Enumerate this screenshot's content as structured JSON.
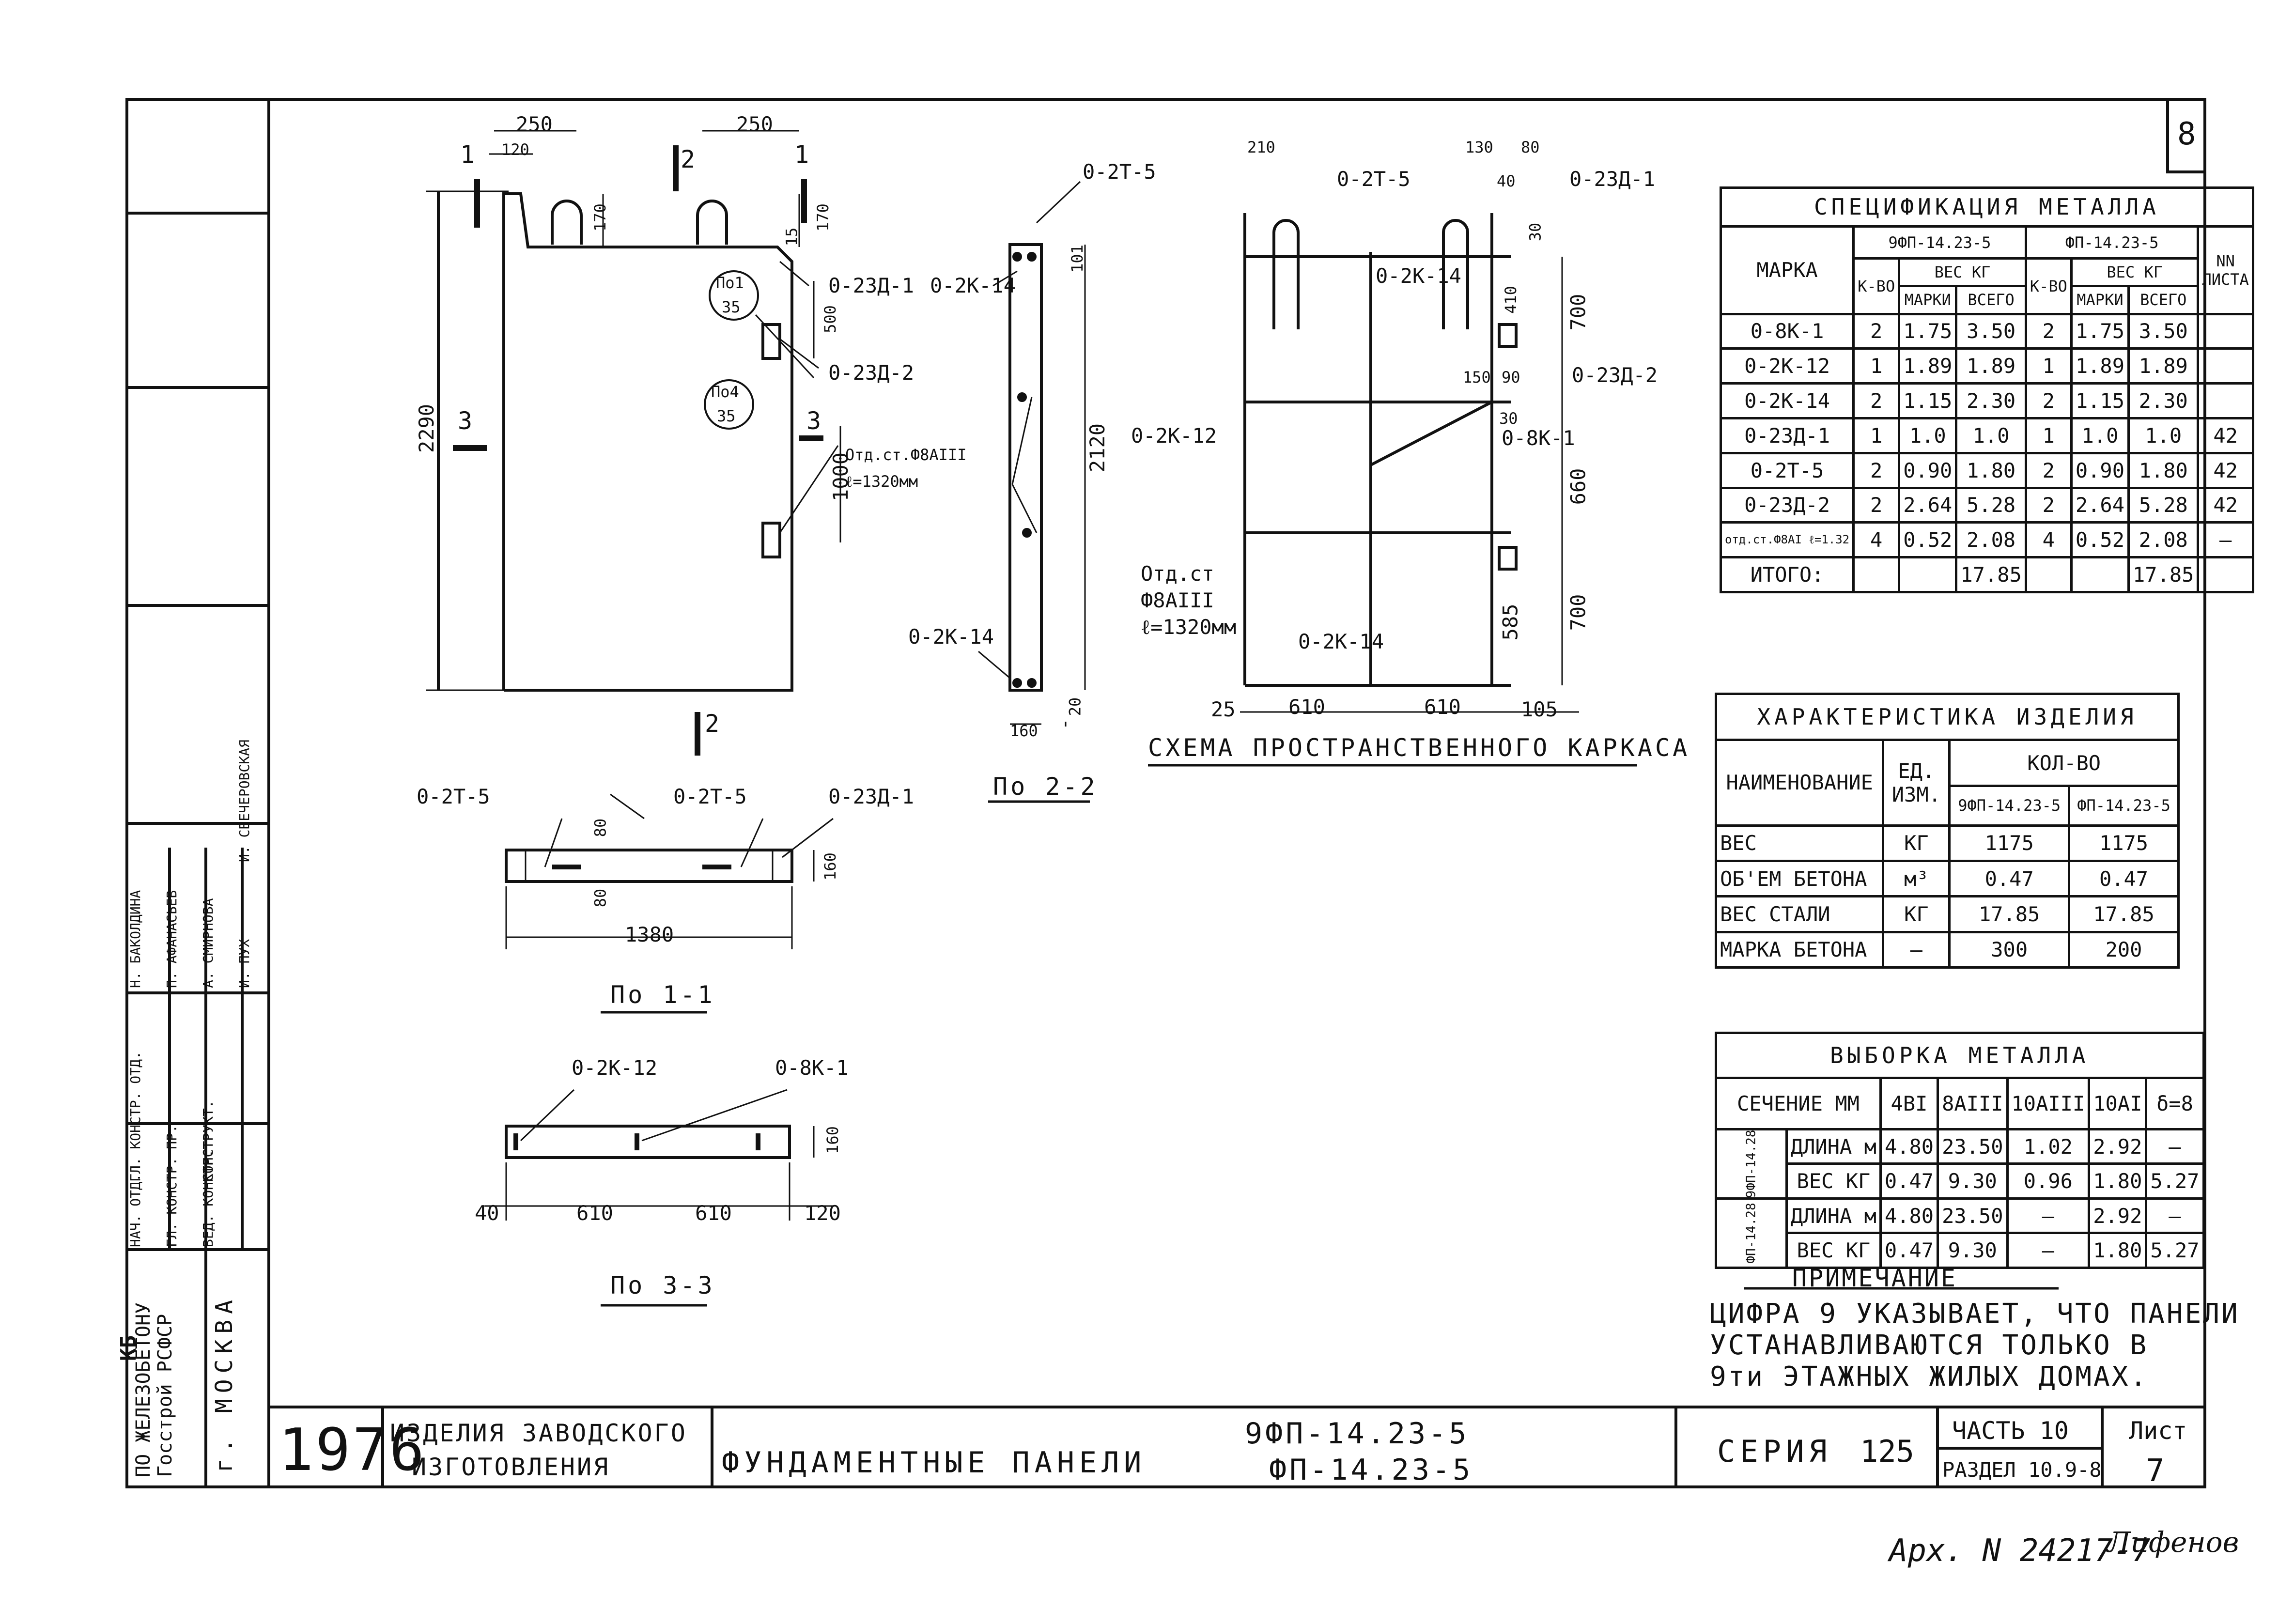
{
  "sheet": {
    "number": "8",
    "archive_no": "Арх. N 24217-7",
    "archive_sign": "Лифенов"
  },
  "title_block": {
    "year": "1976",
    "org_line1": "ПО ЖЕЛЕЗОБЕТОНУ",
    "org_line2": "Госстрой РСФСР",
    "city": "г. МОСКВА",
    "kb": "КБ",
    "category_line1": "ИЗДЕЛИЯ ЗАВОДСКОГО",
    "category_line2": "ИЗГОТОВЛЕНИЯ",
    "title": "ФУНДАМЕНТНЫЕ ПАНЕЛИ",
    "mark1": "9ФП-14.23-5",
    "mark2": "ФП-14.23-5",
    "series_label": "СЕРИЯ",
    "series_value": "125",
    "part_label": "ЧАСТЬ 10",
    "section_label": "РАЗДЕЛ 10.9-8",
    "sheet_label": "Лист",
    "sheet_value": "7",
    "roles": [
      "НАЧ. ОТД.",
      "ГЛ. КОНСТР. ОТД.",
      "ГЛ. КОНСТР. ПР.",
      "ВЕД. КОНСТР.",
      "КОНСТРУКТ."
    ],
    "names": [
      "Н. БАКОЛДИНА",
      "П. АФАНАСЬЕВ",
      "А. СМИРНОВА",
      "И. ПУХ",
      "И. СВЕЧЕРОВСКАЯ"
    ]
  },
  "spec_table": {
    "title": "СПЕЦИФИКАЦИЯ МЕТАЛЛА",
    "col_marka": "МАРКА",
    "group1": "9ФП-14.23-5",
    "group2": "ФП-14.23-5",
    "col_kvo": "К-ВО",
    "col_ves": "ВЕС КГ",
    "col_marki": "МАРКИ",
    "col_vsego": "ВСЕГО",
    "col_nn": "NN ЛИСТА",
    "rows": [
      [
        "0-8К-1",
        "2",
        "1.75",
        "3.50",
        "2",
        "1.75",
        "3.50",
        ""
      ],
      [
        "0-2К-12",
        "1",
        "1.89",
        "1.89",
        "1",
        "1.89",
        "1.89",
        ""
      ],
      [
        "0-2К-14",
        "2",
        "1.15",
        "2.30",
        "2",
        "1.15",
        "2.30",
        ""
      ],
      [
        "0-23Д-1",
        "1",
        "1.0",
        "1.0",
        "1",
        "1.0",
        "1.0",
        "42"
      ],
      [
        "0-2Т-5",
        "2",
        "0.90",
        "1.80",
        "2",
        "0.90",
        "1.80",
        "42"
      ],
      [
        "0-23Д-2",
        "2",
        "2.64",
        "5.28",
        "2",
        "2.64",
        "5.28",
        "42"
      ],
      [
        "отд.ст.Ф8АI ℓ=1.32",
        "4",
        "0.52",
        "2.08",
        "4",
        "0.52",
        "2.08",
        "—"
      ],
      [
        "ИТОГО:",
        "",
        "",
        "17.85",
        "",
        "",
        "17.85",
        ""
      ]
    ]
  },
  "char_table": {
    "title": "ХАРАКТЕРИСТИКА ИЗДЕЛИЯ",
    "col_name": "НАИМЕНОВАНИЕ",
    "col_unit": "ЕД. ИЗМ.",
    "col_qty": "КОЛ-ВО",
    "sub1": "9ФП-14.23-5",
    "sub2": "ФП-14.23-5",
    "rows": [
      [
        "ВЕС",
        "КГ",
        "1175",
        "1175"
      ],
      [
        "ОБ'ЕМ БЕТОНА",
        "м³",
        "0.47",
        "0.47"
      ],
      [
        "ВЕС СТАЛИ",
        "КГ",
        "17.85",
        "17.85"
      ],
      [
        "МАРКА БЕТОНА",
        "—",
        "300",
        "200"
      ]
    ]
  },
  "select_table": {
    "title": "ВЫБОРКА МЕТАЛЛА",
    "col_sec": "СЕЧЕНИЕ ММ",
    "cols": [
      "4ВI",
      "8АIII",
      "10АIII",
      "10АI",
      "δ=8"
    ],
    "group1": "9ФП-14.28",
    "group2": "ФП-14.28",
    "rows": [
      [
        "ДЛИНА м",
        "4.80",
        "23.50",
        "1.02",
        "2.92",
        "—"
      ],
      [
        "ВЕС КГ",
        "0.47",
        "9.30",
        "0.96",
        "1.80",
        "5.27"
      ],
      [
        "ДЛИНА м",
        "4.80",
        "23.50",
        "—",
        "2.92",
        "—"
      ],
      [
        "ВЕС КГ",
        "0.47",
        "9.30",
        "—",
        "1.80",
        "5.27"
      ]
    ]
  },
  "note": {
    "title": "ПРИМЕЧАНИЕ",
    "line1": "ЦИФРА 9 УКАЗЫВАЕТ, ЧТО ПАНЕЛИ",
    "line2": "УСТАНАВЛИВАЮТСЯ ТОЛЬКО В",
    "line3": "9ти ЭТАЖНЫХ ЖИЛЫХ ДОМАХ."
  },
  "views": {
    "section_1_1": "По 1-1",
    "section_2_2": "По 2-2",
    "section_3_3": "По 3-3",
    "cage_scheme": "СХЕМА ПРОСТРАНСТВЕННОГО КАРКАСА"
  },
  "elev_labels": {
    "d250a": "250",
    "d250b": "250",
    "d120": "120",
    "d170a": "170",
    "d15": "15",
    "d170b": "170",
    "d2290": "2290",
    "d500": "500",
    "d1000": "1000",
    "cut1": "1",
    "cut2top": "2",
    "cut2bot": "2",
    "cut3l": "3",
    "cut3r": "3",
    "cut1r": "1",
    "pos1": "По1",
    "pos1n": "35",
    "pos4": "По4",
    "pos4n": "35",
    "m23d1": "0-23Д-1",
    "m23d2": "0-23Д-2",
    "rod1": "Отд.ст.Ф8АIII",
    "rod2": "ℓ=1320мм"
  },
  "s22_labels": {
    "m2t5": "0-2Т-5",
    "m2k14a": "0-2К-14",
    "m2k14b": "0-2К-14",
    "d101": "101",
    "d2120": "2120",
    "d20": "20",
    "d160": "160"
  },
  "cage_labels": {
    "d210": "210",
    "d130": "130",
    "d80": "80",
    "d40": "40",
    "d30top": "30",
    "m2t5": "0-2Т-5",
    "m23d1": "0-23Д-1",
    "m2k14": "0-2К-14",
    "m23d2": "0-23Д-2",
    "m2k12": "0-2К-12",
    "m8k1": "0-8К-1",
    "m2k14b": "0-2К-14",
    "d410": "410",
    "d700a": "700",
    "d150": "150",
    "d90": "90",
    "d30": "30",
    "d660": "660",
    "d585": "585",
    "d700b": "700",
    "rod1": "Отд.ст",
    "rod2": "Ф8АIII",
    "rod3": "ℓ=1320мм",
    "d25": "25",
    "d610a": "610",
    "d610b": "610",
    "d105": "105"
  },
  "s11_labels": {
    "m2t5a": "0-2Т-5",
    "m2t5b": "0-2Т-5",
    "m23d1": "0-23Д-1",
    "d80a": "80",
    "d80b": "80",
    "d160": "160",
    "d1380": "1380"
  },
  "s33_labels": {
    "m2k12": "0-2К-12",
    "m8k1": "0-8К-1",
    "d160": "160",
    "d40": "40",
    "d610a": "610",
    "d610b": "610",
    "d120": "120"
  }
}
